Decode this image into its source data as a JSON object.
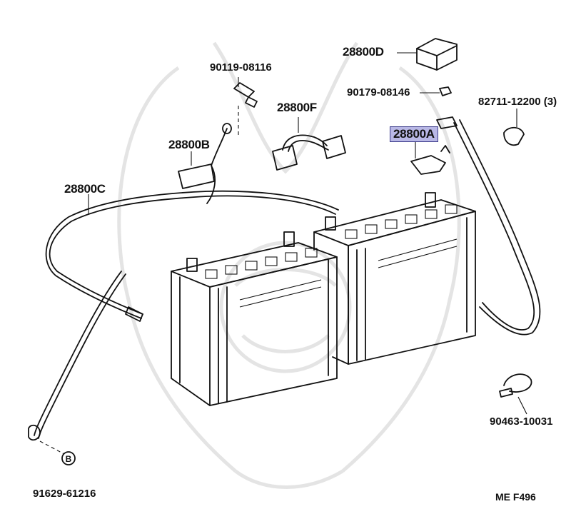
{
  "labels": {
    "p_28800D": "28800D",
    "p_90119": "90119-08116",
    "p_28800F": "28800F",
    "p_90179": "90179-08146",
    "p_82711": "82711-12200 (3)",
    "p_28800A": "28800A",
    "p_28800B": "28800B",
    "p_28800C": "28800C",
    "p_90463": "90463-10031",
    "p_91629": "91629-61216",
    "bolt_mark": "B"
  },
  "footer": {
    "code": "ME  F496"
  },
  "highlight_color": "#b9b8e6"
}
